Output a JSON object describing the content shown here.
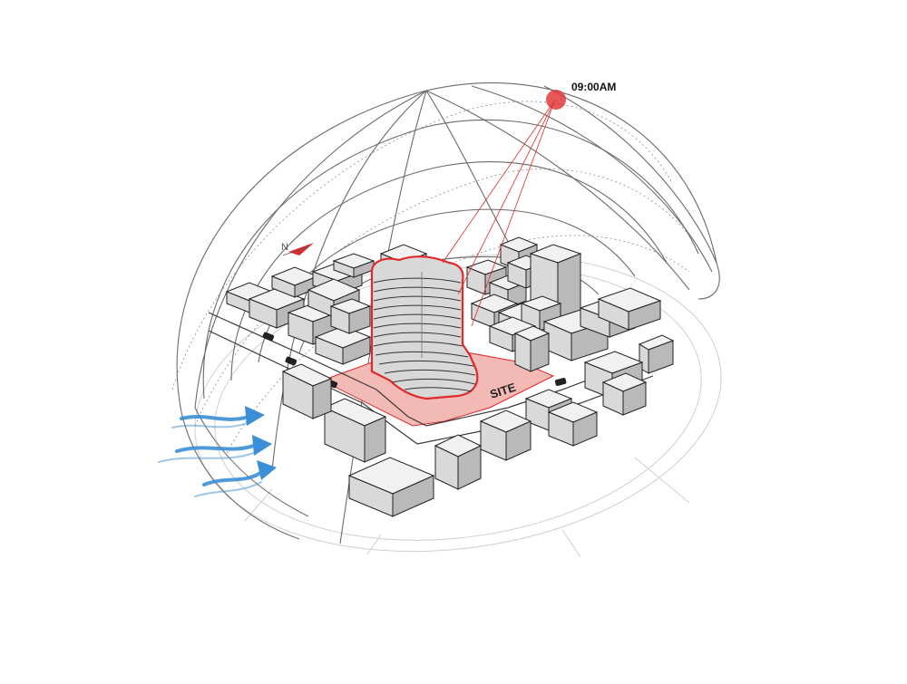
{
  "labels": {
    "time": "09:00AM",
    "site": "SITE",
    "north": "N"
  },
  "colors": {
    "site_red": "#e0292a",
    "site_fill": "#f2b9b5",
    "sun": "#e23a3c",
    "wind": "#3a8fd6",
    "line": "#333333"
  },
  "icons": {
    "sun": "sun-icon",
    "north": "north-arrow-icon",
    "wind": "wind-arrow-icon",
    "car": "car-icon"
  }
}
